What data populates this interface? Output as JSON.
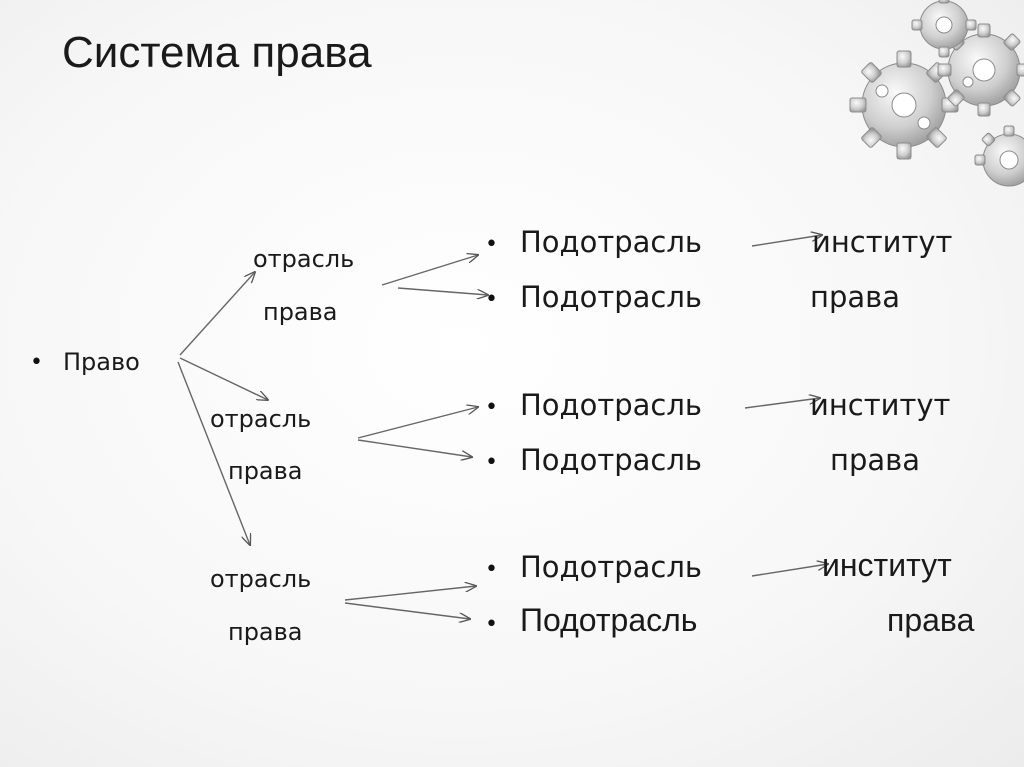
{
  "title": "Система права",
  "root": {
    "label": "Право"
  },
  "branches": [
    {
      "line1": "отрасль",
      "line2": "права",
      "sub": [
        {
          "label": "Подотрасль",
          "right": "институт"
        },
        {
          "label": "Подотрасль",
          "right": "права"
        }
      ]
    },
    {
      "line1": "отрасль",
      "line2": "права",
      "sub": [
        {
          "label": "Подотрасль",
          "right": "институт"
        },
        {
          "label": "Подотрасль",
          "right": "права"
        }
      ]
    },
    {
      "line1": "отрасль",
      "line2": "права",
      "sub": [
        {
          "label": "Подотрасль",
          "right": "институт"
        },
        {
          "label": "Подотрасль",
          "right": "права"
        }
      ]
    }
  ],
  "decoration": {
    "icon": "gears-icon"
  }
}
